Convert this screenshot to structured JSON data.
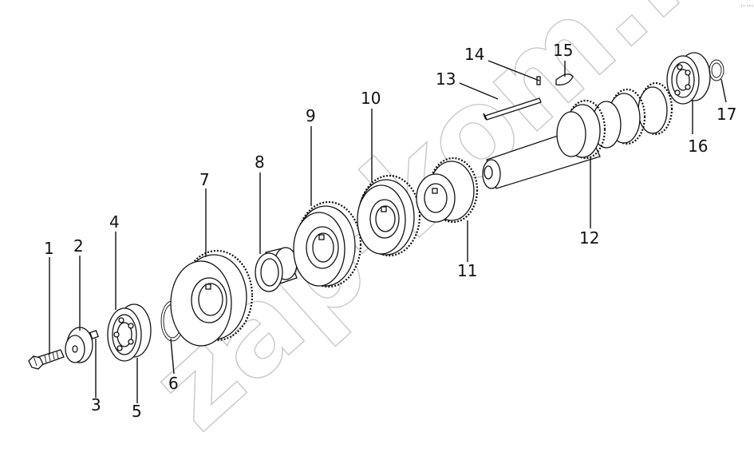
{
  "watermark": "zap-kom.ru",
  "corner_mark": "•• ••••",
  "callouts": [
    {
      "label": "1"
    },
    {
      "label": "2"
    },
    {
      "label": "3"
    },
    {
      "label": "4"
    },
    {
      "label": "5"
    },
    {
      "label": "6"
    },
    {
      "label": "7"
    },
    {
      "label": "8"
    },
    {
      "label": "9"
    },
    {
      "label": "10"
    },
    {
      "label": "11"
    },
    {
      "label": "12"
    },
    {
      "label": "13"
    },
    {
      "label": "14"
    },
    {
      "label": "15"
    },
    {
      "label": "16"
    },
    {
      "label": "17"
    }
  ]
}
